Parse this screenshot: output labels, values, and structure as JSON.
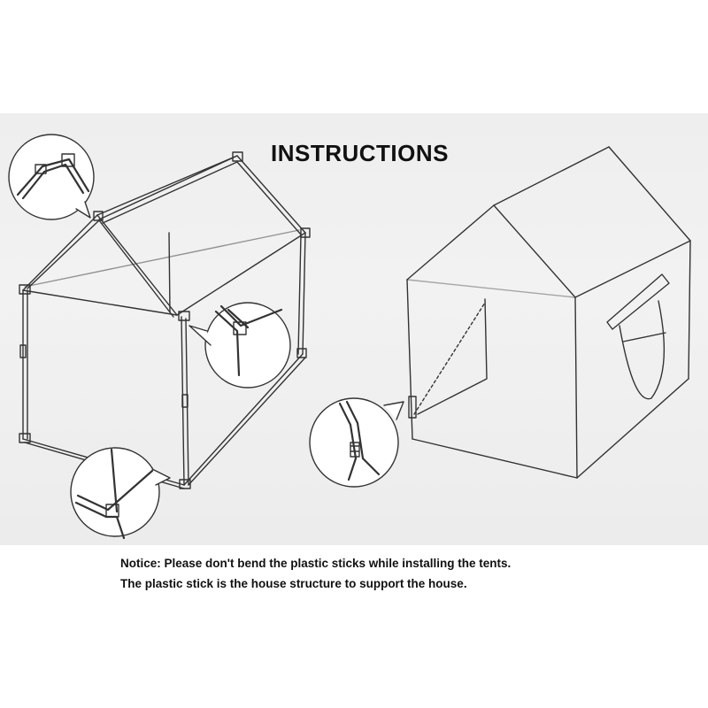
{
  "title": "INSTRUCTIONS",
  "notice": {
    "line1": "Notice: Please don't bend the plastic sticks while installing the tents.",
    "line2": "The plastic stick is the house structure to support the house."
  },
  "colors": {
    "paper": "#eeeeee",
    "ink": "#222222",
    "background": "#ffffff"
  },
  "icons": [
    "frame-diagram",
    "tent-diagram",
    "connector-detail-callout"
  ]
}
